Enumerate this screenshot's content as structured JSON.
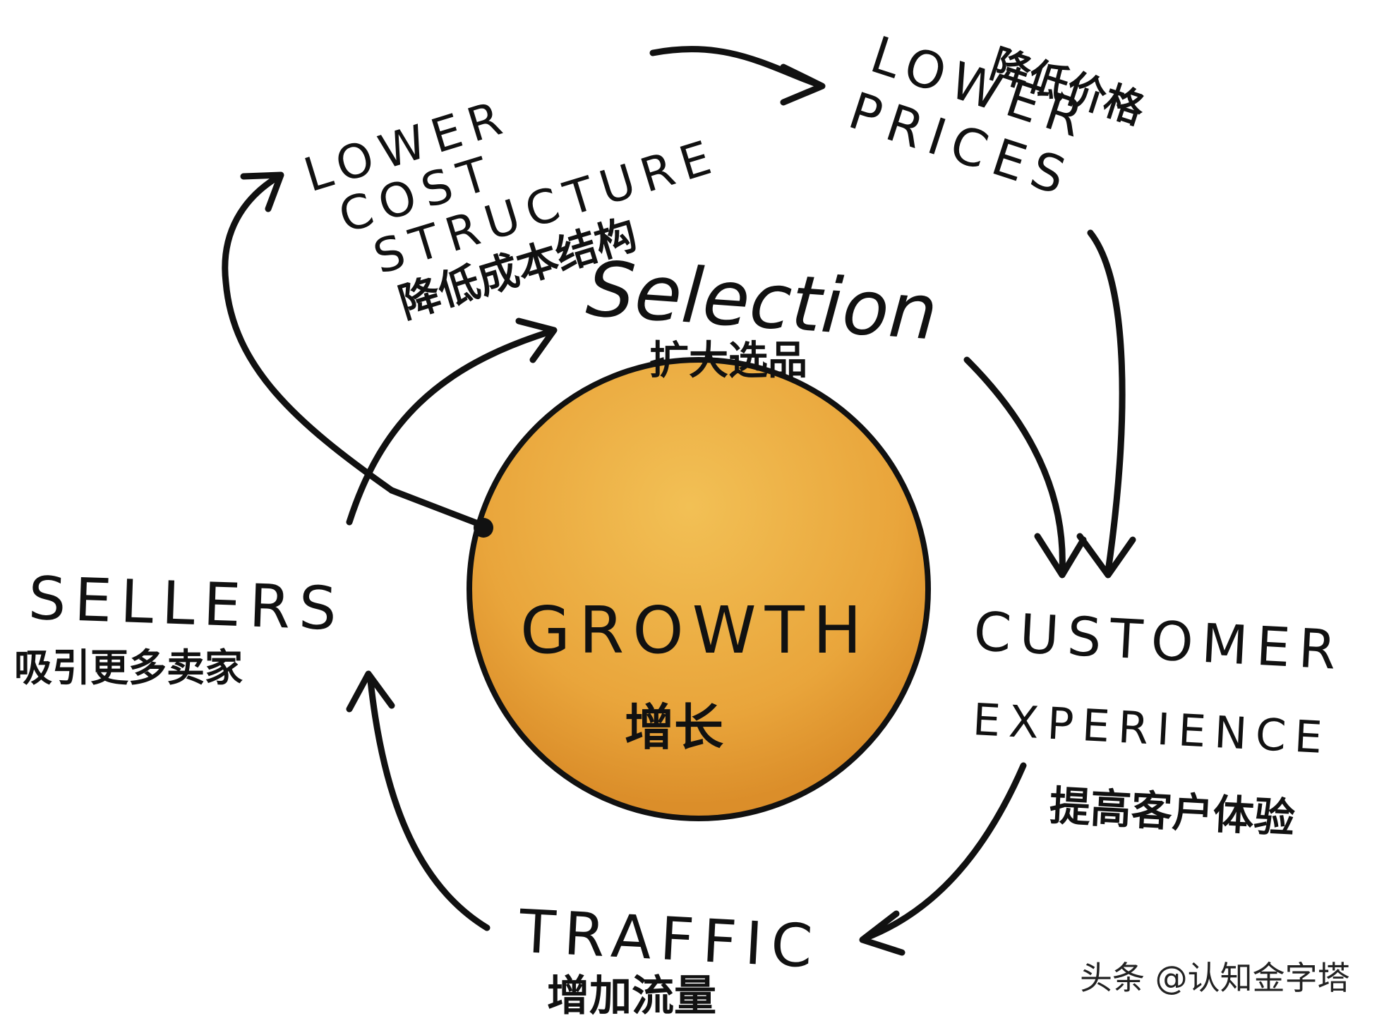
{
  "center": {
    "en": "GROWTH",
    "cn": "增长"
  },
  "nodes": {
    "lower_cost": {
      "en": [
        "LOWER",
        "COST",
        "STRUCTURE"
      ],
      "cn": "降低成本结构"
    },
    "lower_prices": {
      "en": [
        "LOWER",
        "PRICES"
      ],
      "cn": "降低价格"
    },
    "selection": {
      "en": "Selection",
      "cn": "扩大选品"
    },
    "customer_experience": {
      "en": [
        "CUSTOMER",
        "EXPERIENCE"
      ],
      "cn": "提高客户体验"
    },
    "traffic": {
      "en": "TRAFFIC",
      "cn": "增加流量"
    },
    "sellers": {
      "en": "SELLERS",
      "cn": "吸引更多卖家"
    }
  },
  "watermark": "头条 @认知金字塔",
  "colors": {
    "circle_fill": "#E9A53B",
    "circle_edge": "#111111",
    "ink": "#111111"
  }
}
